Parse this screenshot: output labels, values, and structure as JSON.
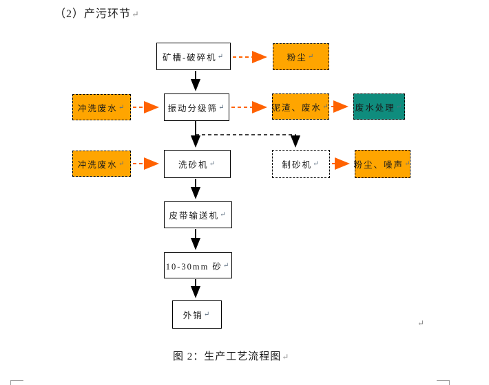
{
  "page": {
    "title": "（2）产污环节",
    "caption": "图 2：生产工艺流程图",
    "return_mark": "↵"
  },
  "colors": {
    "orange": "#ffa500",
    "teal": "#0f8c7d",
    "arrow_orange": "#ff6200",
    "line_black": "#000000",
    "crop_mark_gray": "#a0a0a0"
  },
  "nodes": {
    "crusher": {
      "label": "矿槽-破碎机"
    },
    "dust1": {
      "label": "粉尘"
    },
    "wash1": {
      "label": "冲洗废水"
    },
    "screen": {
      "label": "振动分级筛"
    },
    "sludge": {
      "label": "泥渣、废水"
    },
    "treatment": {
      "label": "废水处理"
    },
    "wash2": {
      "label": "冲洗废水"
    },
    "sandwasher": {
      "label": "洗砂机"
    },
    "sandmaker": {
      "label": "制砂机"
    },
    "dustnoise": {
      "label": "粉尘、噪声"
    },
    "belt": {
      "label": "皮带输送机"
    },
    "sand": {
      "label": "10-30mm 砂"
    },
    "export": {
      "label": "外销"
    }
  }
}
